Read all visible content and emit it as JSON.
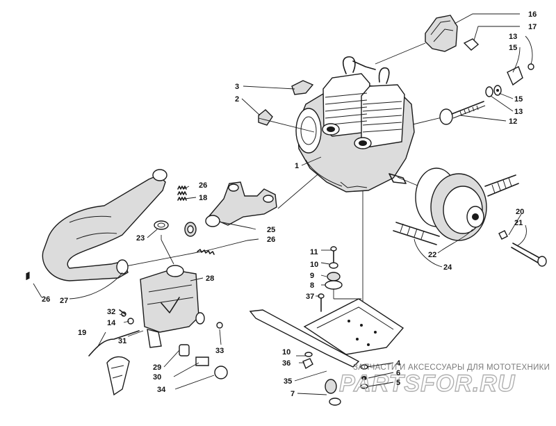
{
  "callouts": [
    {
      "id": "c1",
      "text": "1"
    },
    {
      "id": "c2",
      "text": "2"
    },
    {
      "id": "c3",
      "text": "3"
    },
    {
      "id": "c4",
      "text": "4"
    },
    {
      "id": "c5",
      "text": "5"
    },
    {
      "id": "c6",
      "text": "6"
    },
    {
      "id": "c7",
      "text": "7"
    },
    {
      "id": "c8",
      "text": "8"
    },
    {
      "id": "c9",
      "text": "9"
    },
    {
      "id": "c10a",
      "text": "10"
    },
    {
      "id": "c10b",
      "text": "10"
    },
    {
      "id": "c11",
      "text": "11"
    },
    {
      "id": "c12",
      "text": "12"
    },
    {
      "id": "c13a",
      "text": "13"
    },
    {
      "id": "c13b",
      "text": "13"
    },
    {
      "id": "c14",
      "text": "14"
    },
    {
      "id": "c15a",
      "text": "15"
    },
    {
      "id": "c15b",
      "text": "15"
    },
    {
      "id": "c16",
      "text": "16"
    },
    {
      "id": "c17",
      "text": "17"
    },
    {
      "id": "c18",
      "text": "18"
    },
    {
      "id": "c19",
      "text": "19"
    },
    {
      "id": "c20",
      "text": "20"
    },
    {
      "id": "c21",
      "text": "21"
    },
    {
      "id": "c22",
      "text": "22"
    },
    {
      "id": "c23",
      "text": "23"
    },
    {
      "id": "c24",
      "text": "24"
    },
    {
      "id": "c25",
      "text": "25"
    },
    {
      "id": "c26a",
      "text": "26"
    },
    {
      "id": "c26b",
      "text": "26"
    },
    {
      "id": "c26c",
      "text": "26"
    },
    {
      "id": "c27",
      "text": "27"
    },
    {
      "id": "c28",
      "text": "28"
    },
    {
      "id": "c29",
      "text": "29"
    },
    {
      "id": "c30",
      "text": "30"
    },
    {
      "id": "c31",
      "text": "31"
    },
    {
      "id": "c32",
      "text": "32"
    },
    {
      "id": "c33",
      "text": "33"
    },
    {
      "id": "c34",
      "text": "34"
    },
    {
      "id": "c35",
      "text": "35"
    },
    {
      "id": "c36",
      "text": "36"
    },
    {
      "id": "c37",
      "text": "37"
    }
  ],
  "watermark": {
    "text": "ЗАПЧАСТИ И АКСЕССУАРЫ ДЛЯ МОТОТЕХНИКИ",
    "logo": "PARTSFOR.RU"
  }
}
